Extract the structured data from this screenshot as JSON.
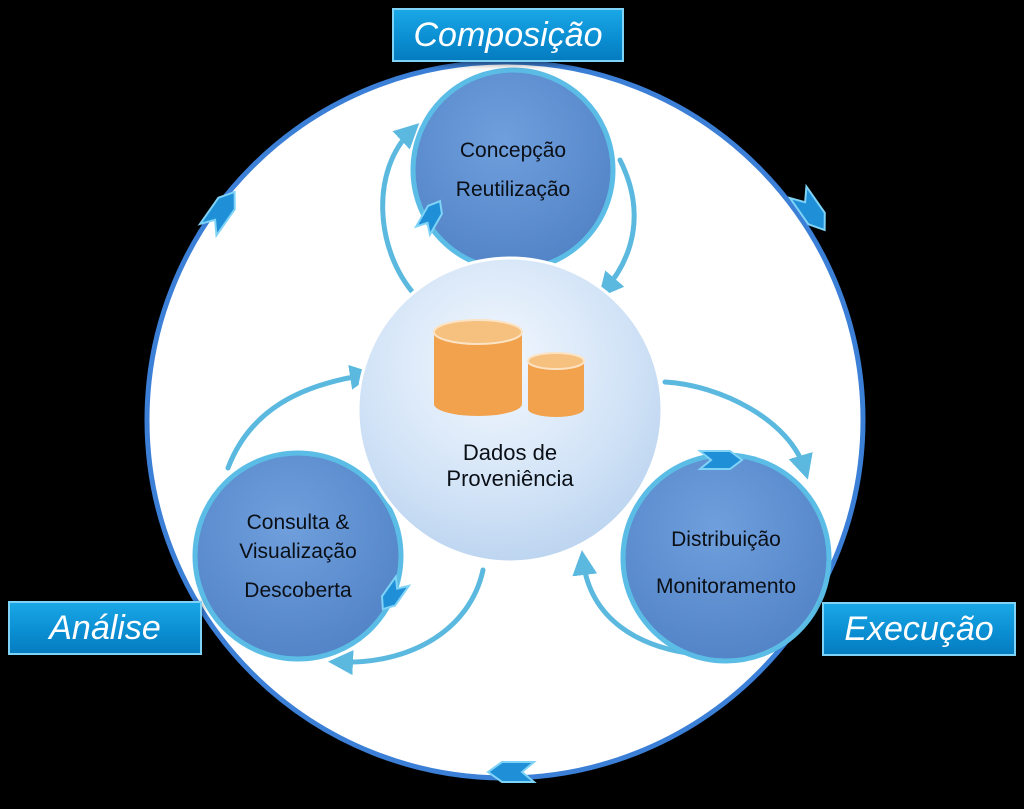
{
  "phases": {
    "top": "Composição",
    "left": "Análise",
    "right": "Execução"
  },
  "center": {
    "line1": "Dados de",
    "line2": "Proveniência",
    "icon": "database-icon"
  },
  "nodes": {
    "top": {
      "line1": "Concepção",
      "line2": "Reutilização"
    },
    "left": {
      "line1": "Consulta &",
      "line2": "Visualização",
      "line3": "Descoberta"
    },
    "right": {
      "line1": "Distribuição",
      "line2": "Monitoramento"
    }
  },
  "colors": {
    "background": "#000000",
    "outer_circle": "#ffffff",
    "outer_ring": "#3b7fd6",
    "node_fill": "#5b8fd1",
    "node_border": "#5bbde6",
    "center_fill": "#cfe1f6",
    "arrow": "#5bb9df",
    "database": "#f2a24c",
    "label_fill": "#0b8fd3"
  }
}
